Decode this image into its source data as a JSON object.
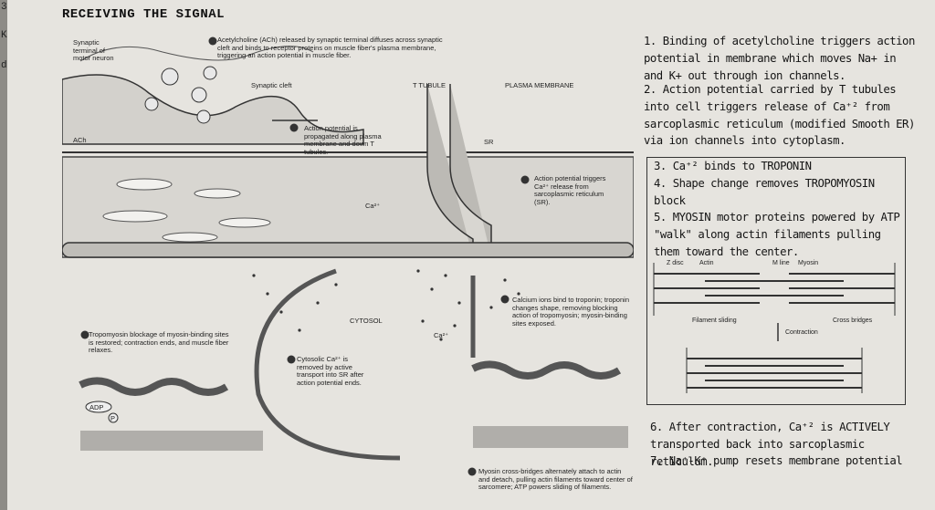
{
  "edge": [
    "3",
    "K",
    "d"
  ],
  "title": "RECEIVING THE SIGNAL",
  "figure": {
    "synaptic_terminal": "Synaptic terminal of motor neuron",
    "ach": "ACh",
    "step1": "Acetylcholine (ACh) released by synaptic terminal diffuses across synaptic cleft and binds to receptor proteins on muscle fiber's plasma membrane, triggering an action potential in muscle fiber.",
    "synaptic_cleft": "Synaptic cleft",
    "t_tubule": "T TUBULE",
    "plasma_membrane": "PLASMA MEMBRANE",
    "sr": "SR",
    "step2": "Action potential is propagated along plasma membrane and down T tubules.",
    "step3": "Action potential triggers Ca²⁺ release from sarcoplasmic reticulum (SR).",
    "ca1": "Ca²⁺",
    "ca2": "Ca²⁺",
    "cytosol": "CYTOSOL",
    "step4": "Calcium ions bind to troponin; troponin changes shape, removing blocking action of tropomyosin; myosin-binding sites exposed.",
    "step5": "Myosin cross-bridges alternately attach to actin and detach, pulling actin filaments toward center of sarcomere; ATP powers sliding of filaments.",
    "step6": "Cytosolic Ca²⁺ is removed by active transport into SR after action potential ends.",
    "step7": "Tropomyosin blockage of myosin-binding sites is restored; contraction ends, and muscle fiber relaxes.",
    "adp": "ADP",
    "p": "P"
  },
  "notes": {
    "n1": "1. Binding of acetylcholine triggers action potential in membrane which moves Na+ in and K+ out through ion channels.",
    "n2": "2. Action potential carried by T tubules into cell triggers release of Ca⁺² from sarcoplasmic reticulum (modified Smooth ER) via ion channels into cytoplasm.",
    "n3": "3. Ca⁺² binds to TROPONIN",
    "n4": "4. Shape change removes TROPOMYOSIN block",
    "n5": "5. MYOSIN motor proteins powered by ATP \"walk\" along actin filaments pulling them toward the center.",
    "n6": "6. After contraction, Ca⁺² is ACTIVELY transported back into sarcoplasmic reticulum.",
    "n7": "7. Na⁺-K⁺ pump resets membrane potential"
  },
  "sarcomere": {
    "z_disc": "Z disc",
    "actin": "Actin",
    "m_line": "M line",
    "myosin": "Myosin",
    "filament_sliding": "Filament sliding",
    "cross_bridges": "Cross bridges",
    "contraction": "Contraction"
  }
}
